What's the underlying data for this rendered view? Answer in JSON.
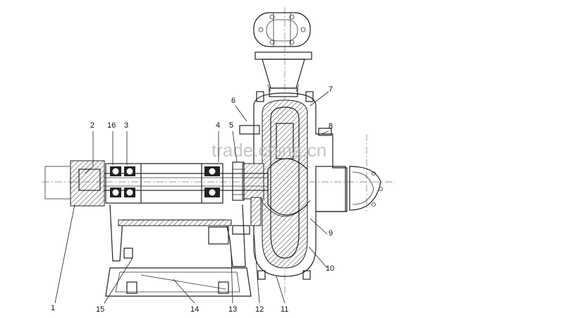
{
  "watermark": "trade.china.cn",
  "callouts": [
    {
      "id": "1",
      "text": "1"
    },
    {
      "id": "2",
      "text": "2"
    },
    {
      "id": "3",
      "text": "3"
    },
    {
      "id": "4",
      "text": "4"
    },
    {
      "id": "5",
      "text": "5"
    },
    {
      "id": "6",
      "text": "6"
    },
    {
      "id": "7",
      "text": "7"
    },
    {
      "id": "8",
      "text": "8"
    },
    {
      "id": "9",
      "text": "9"
    },
    {
      "id": "10",
      "text": "10"
    },
    {
      "id": "11",
      "text": "11"
    },
    {
      "id": "12",
      "text": "12"
    },
    {
      "id": "13",
      "text": "13"
    },
    {
      "id": "14",
      "text": "14"
    },
    {
      "id": "15",
      "text": "15"
    },
    {
      "id": "16",
      "text": "16"
    }
  ]
}
